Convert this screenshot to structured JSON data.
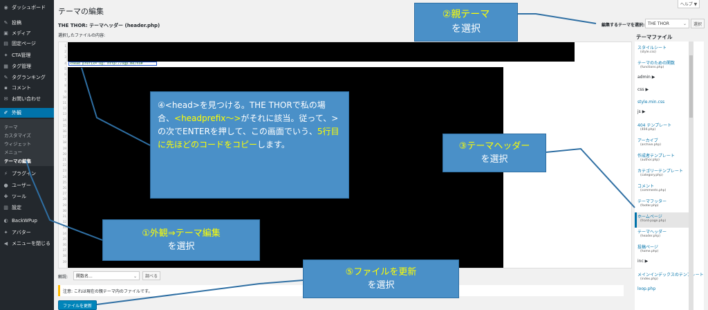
{
  "sidebar": {
    "dashboard": "ダッシュボード",
    "posts": "投稿",
    "media": "メディア",
    "pages": "固定ページ",
    "cta": "CTA管理",
    "tags": "タグ管理",
    "tag_ranking": "タグランキング",
    "comments": "コメント",
    "contact": "お問い合わせ",
    "appearance": "外観",
    "sub": [
      "テーマ",
      "カスタマイズ",
      "ウィジェット",
      "メニュー",
      "テーマの編集"
    ],
    "plugins": "プラグイン",
    "users": "ユーザー",
    "tools": "ツール",
    "settings": "設定",
    "backwpup": "BackWPup",
    "avatar": "アバター",
    "collapse": "メニューを閉じる"
  },
  "header": {
    "title": "テーマの編集",
    "help": "ヘルプ ▼",
    "file_title": "THE THOR: テーマヘッダー (header.php)",
    "file_content_label": "選択したファイルの内容:",
    "theme_select_label": "編集するテーマを選択:",
    "theme_select_value": "THE THOR",
    "select_button": "選択"
  },
  "editor": {
    "code_line": "<head prefix=\"og: http://ogp.me/ns#",
    "line_numbers": [
      "1",
      "2",
      "3",
      "4",
      "5",
      "6",
      "7",
      "8",
      "9",
      "10",
      "11",
      "12",
      "13",
      "14",
      "15",
      "16",
      "17",
      "18",
      "19",
      "20",
      "21",
      "22",
      "23",
      "24",
      "25",
      "26",
      "27",
      "28",
      "29",
      "30",
      "31",
      "32",
      "33",
      "34",
      "35",
      "36",
      "37",
      "38",
      "39"
    ]
  },
  "footer": {
    "doc_label": "解説:",
    "doc_select": "関数名...",
    "doc_button": "調べる",
    "notice": "注意: これは現在の親テーマ内のファイルです。",
    "update_button": "ファイルを更新"
  },
  "files": {
    "title": "テーマファイル",
    "items": [
      {
        "name": "スタイルシート",
        "file": "(style.css)"
      },
      {
        "name": "テーマのための関数",
        "file": "(functions.php)"
      },
      {
        "dir": "admin ▶"
      },
      {
        "dir": "css ▶"
      },
      {
        "name": "style.min.css",
        "file": ""
      },
      {
        "dir": "js ▶"
      },
      {
        "name": "404 テンプレート",
        "file": "(404.php)"
      },
      {
        "name": "アーカイブ",
        "file": "(archive.php)"
      },
      {
        "name": "作成者テンプレート",
        "file": "(author.php)"
      },
      {
        "name": "カテゴリーテンプレート",
        "file": "(category.php)"
      },
      {
        "name": "コメント",
        "file": "(comments.php)"
      },
      {
        "name": "テーマフッター",
        "file": "(footer.php)"
      },
      {
        "name": "ホームページ",
        "file": "(front-page.php)"
      },
      {
        "name": "テーマヘッダー",
        "file": "(header.php)"
      },
      {
        "name": "投稿ページ",
        "file": "(home.php)"
      },
      {
        "dir": "inc ▶"
      },
      {
        "name": "メインインデックスのテンプレート",
        "file": "(index.php)"
      },
      {
        "name": "loop.php",
        "file": ""
      }
    ]
  },
  "callouts": {
    "c1_line1": "①外観⇒テーマ編集",
    "c1_line2": "を選択",
    "c2_line1": "②親テーマ",
    "c2_line2": "を選択",
    "c3_line1": "③テーマヘッダー",
    "c3_line2": "を選択",
    "c4_a": "④<head>を見つける。THE THORで私の場合、",
    "c4_b": "<headprefix〜>",
    "c4_c": "がそれに該当。従って、>の次でENTERを押して、この画面でいう、",
    "c4_d": "5行目に先ほどのコードをコピー",
    "c4_e": "します。",
    "c5_line1": "⑤ファイルを更新",
    "c5_line2": "を選択"
  },
  "colors": {
    "sidebar_bg": "#23282d",
    "active_blue": "#0073aa",
    "callout_bg": "#4a90c8",
    "highlight_yellow": "#ffff00"
  }
}
